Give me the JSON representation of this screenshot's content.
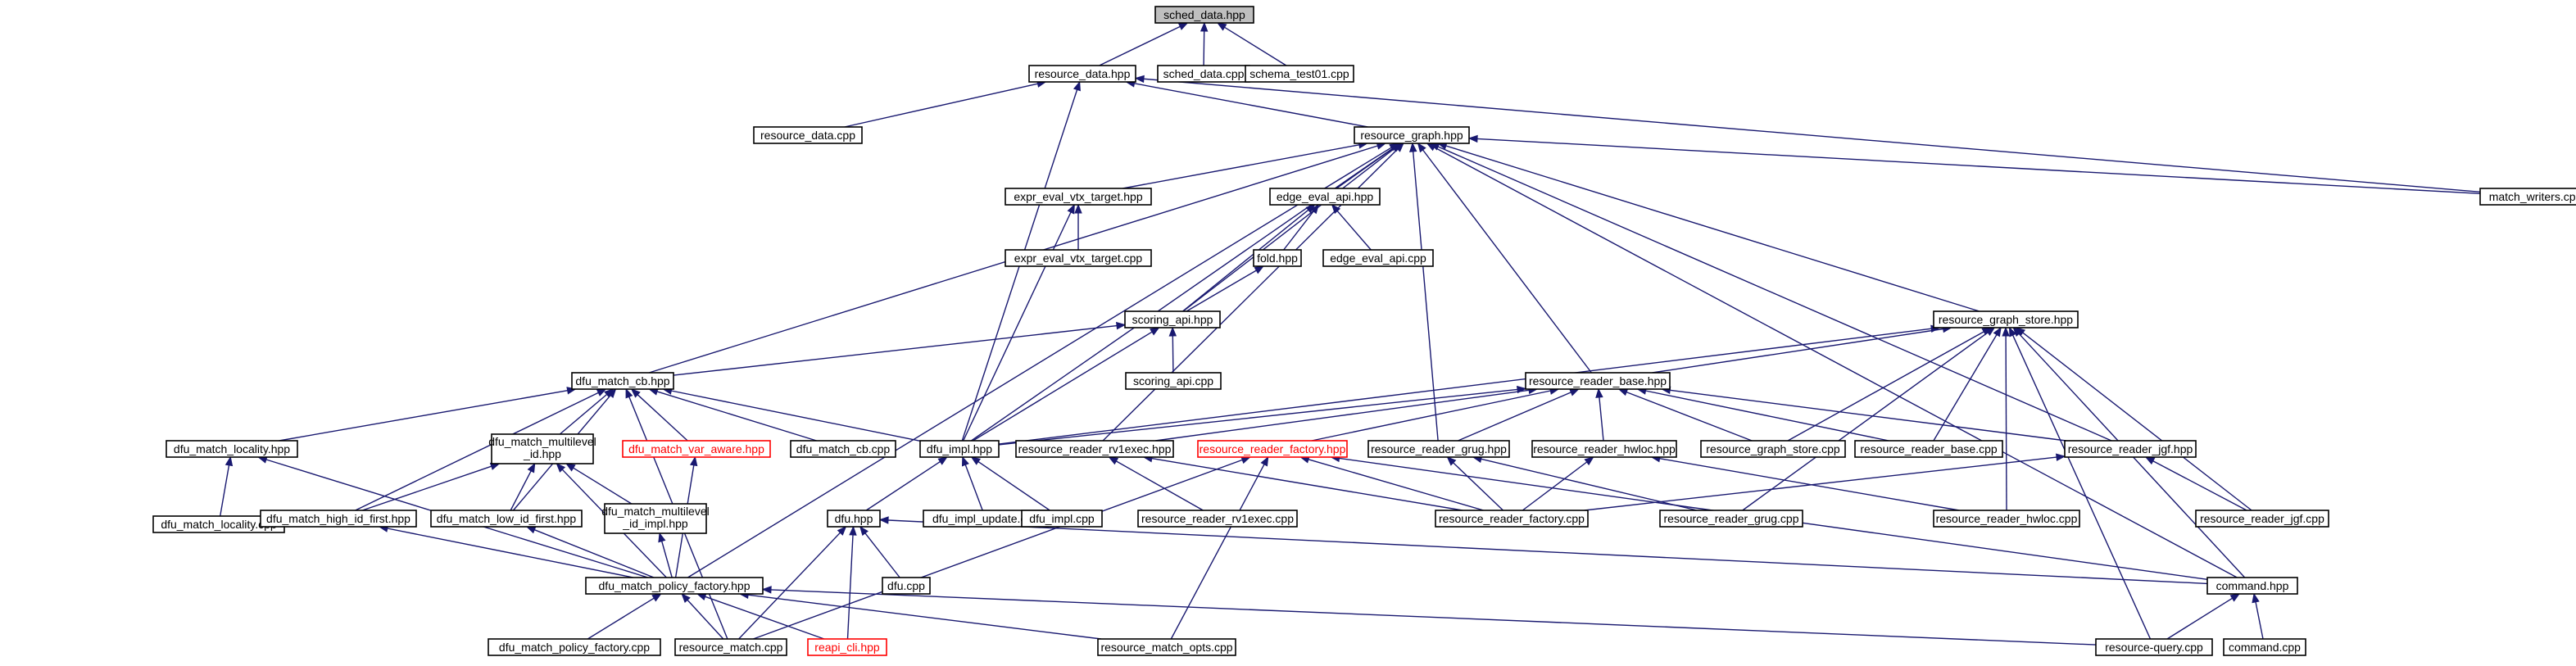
{
  "diagram": {
    "nodes": [
      {
        "id": "sched_data_hpp",
        "label": "sched_data.hpp",
        "root": true
      },
      {
        "id": "resource_data_hpp",
        "label": "resource_data.hpp"
      },
      {
        "id": "sched_data_cpp",
        "label": "sched_data.cpp"
      },
      {
        "id": "schema_test01_cpp",
        "label": "schema_test01.cpp"
      },
      {
        "id": "resource_data_cpp",
        "label": "resource_data.cpp"
      },
      {
        "id": "resource_graph_hpp",
        "label": "resource_graph.hpp"
      },
      {
        "id": "match_writers_cpp",
        "label": "match_writers.cpp"
      },
      {
        "id": "expr_eval_vtx_target_hpp",
        "label": "expr_eval_vtx_target.hpp"
      },
      {
        "id": "edge_eval_api_hpp",
        "label": "edge_eval_api.hpp"
      },
      {
        "id": "expr_eval_vtx_target_cpp",
        "label": "expr_eval_vtx_target.cpp"
      },
      {
        "id": "fold_hpp",
        "label": "fold.hpp"
      },
      {
        "id": "edge_eval_api_cpp",
        "label": "edge_eval_api.cpp"
      },
      {
        "id": "scoring_api_hpp",
        "label": "scoring_api.hpp"
      },
      {
        "id": "resource_graph_store_hpp",
        "label": "resource_graph_store.hpp"
      },
      {
        "id": "scoring_api_cpp",
        "label": "scoring_api.cpp"
      },
      {
        "id": "dfu_match_cb_hpp",
        "label": "dfu_match_cb.hpp"
      },
      {
        "id": "resource_reader_base_hpp",
        "label": "resource_reader_base.hpp"
      },
      {
        "id": "dfu_match_locality_hpp",
        "label": "dfu_match_locality.hpp"
      },
      {
        "id": "dfu_match_multilevel_id_hpp",
        "label": "dfu_match_multilevel\n_id.hpp"
      },
      {
        "id": "dfu_match_var_aware_hpp",
        "label": "dfu_match_var_aware.hpp",
        "red": true
      },
      {
        "id": "dfu_match_cb_cpp",
        "label": "dfu_match_cb.cpp"
      },
      {
        "id": "dfu_impl_hpp",
        "label": "dfu_impl.hpp"
      },
      {
        "id": "resource_reader_rv1exec_hpp",
        "label": "resource_reader_rv1exec.hpp"
      },
      {
        "id": "resource_reader_factory_hpp",
        "label": "resource_reader_factory.hpp",
        "red": true
      },
      {
        "id": "resource_reader_grug_hpp",
        "label": "resource_reader_grug.hpp"
      },
      {
        "id": "resource_reader_hwloc_hpp",
        "label": "resource_reader_hwloc.hpp"
      },
      {
        "id": "resource_graph_store_cpp",
        "label": "resource_graph_store.cpp"
      },
      {
        "id": "resource_reader_base_cpp",
        "label": "resource_reader_base.cpp"
      },
      {
        "id": "resource_reader_jgf_hpp",
        "label": "resource_reader_jgf.hpp"
      },
      {
        "id": "dfu_match_locality_cpp",
        "label": "dfu_match_locality.cpp"
      },
      {
        "id": "dfu_match_high_id_first_hpp",
        "label": "dfu_match_high_id_first.hpp"
      },
      {
        "id": "dfu_match_low_id_first_hpp",
        "label": "dfu_match_low_id_first.hpp"
      },
      {
        "id": "dfu_match_multilevel_id_impl_hpp",
        "label": "dfu_match_multilevel\n_id_impl.hpp"
      },
      {
        "id": "dfu_hpp",
        "label": "dfu.hpp"
      },
      {
        "id": "dfu_impl_update_cpp",
        "label": "dfu_impl_update.cpp"
      },
      {
        "id": "dfu_impl_cpp",
        "label": "dfu_impl.cpp"
      },
      {
        "id": "resource_reader_rv1exec_cpp",
        "label": "resource_reader_rv1exec.cpp"
      },
      {
        "id": "resource_reader_factory_cpp",
        "label": "resource_reader_factory.cpp"
      },
      {
        "id": "resource_reader_grug_cpp",
        "label": "resource_reader_grug.cpp"
      },
      {
        "id": "resource_reader_hwloc_cpp",
        "label": "resource_reader_hwloc.cpp"
      },
      {
        "id": "resource_reader_jgf_cpp",
        "label": "resource_reader_jgf.cpp"
      },
      {
        "id": "dfu_cpp",
        "label": "dfu.cpp"
      },
      {
        "id": "dfu_match_policy_factory_hpp",
        "label": "dfu_match_policy_factory.hpp"
      },
      {
        "id": "command_hpp",
        "label": "command.hpp"
      },
      {
        "id": "dfu_match_policy_factory_cpp",
        "label": "dfu_match_policy_factory.cpp"
      },
      {
        "id": "resource_match_cpp",
        "label": "resource_match.cpp"
      },
      {
        "id": "reapi_cli_hpp",
        "label": "reapi_cli.hpp",
        "red": true
      },
      {
        "id": "resource_match_opts_cpp",
        "label": "resource_match_opts.cpp"
      },
      {
        "id": "resource_query_cpp",
        "label": "resource-query.cpp"
      },
      {
        "id": "command_cpp",
        "label": "command.cpp"
      }
    ],
    "edges": [
      [
        "resource_data_hpp",
        "sched_data_hpp"
      ],
      [
        "sched_data_cpp",
        "sched_data_hpp"
      ],
      [
        "schema_test01_cpp",
        "sched_data_hpp"
      ],
      [
        "resource_data_cpp",
        "resource_data_hpp"
      ],
      [
        "resource_graph_hpp",
        "resource_data_hpp"
      ],
      [
        "match_writers_cpp",
        "resource_data_hpp"
      ],
      [
        "dfu_impl_hpp",
        "resource_data_hpp"
      ],
      [
        "match_writers_cpp",
        "resource_graph_hpp"
      ],
      [
        "expr_eval_vtx_target_hpp",
        "resource_graph_hpp"
      ],
      [
        "edge_eval_api_hpp",
        "resource_graph_hpp"
      ],
      [
        "scoring_api_hpp",
        "resource_graph_hpp"
      ],
      [
        "resource_graph_store_hpp",
        "resource_graph_hpp"
      ],
      [
        "dfu_match_cb_hpp",
        "resource_graph_hpp"
      ],
      [
        "resource_reader_base_hpp",
        "resource_graph_hpp"
      ],
      [
        "dfu_impl_hpp",
        "resource_graph_hpp"
      ],
      [
        "resource_reader_rv1exec_hpp",
        "resource_graph_hpp"
      ],
      [
        "resource_reader_grug_hpp",
        "resource_graph_hpp"
      ],
      [
        "resource_reader_jgf_hpp",
        "resource_graph_hpp"
      ],
      [
        "command_hpp",
        "resource_graph_hpp"
      ],
      [
        "dfu_match_policy_factory_hpp",
        "resource_graph_hpp"
      ],
      [
        "expr_eval_vtx_target_cpp",
        "expr_eval_vtx_target_hpp"
      ],
      [
        "dfu_impl_hpp",
        "expr_eval_vtx_target_hpp"
      ],
      [
        "fold_hpp",
        "edge_eval_api_hpp"
      ],
      [
        "edge_eval_api_cpp",
        "edge_eval_api_hpp"
      ],
      [
        "scoring_api_hpp",
        "edge_eval_api_hpp"
      ],
      [
        "scoring_api_hpp",
        "fold_hpp"
      ],
      [
        "scoring_api_cpp",
        "scoring_api_hpp"
      ],
      [
        "dfu_match_cb_hpp",
        "scoring_api_hpp"
      ],
      [
        "dfu_impl_hpp",
        "scoring_api_hpp"
      ],
      [
        "resource_reader_base_hpp",
        "resource_graph_store_hpp"
      ],
      [
        "resource_graph_store_cpp",
        "resource_graph_store_hpp"
      ],
      [
        "resource_reader_base_cpp",
        "resource_graph_store_hpp"
      ],
      [
        "dfu_impl_hpp",
        "resource_graph_store_hpp"
      ],
      [
        "resource_reader_grug_cpp",
        "resource_graph_store_hpp"
      ],
      [
        "resource_reader_hwloc_cpp",
        "resource_graph_store_hpp"
      ],
      [
        "resource_reader_jgf_cpp",
        "resource_graph_store_hpp"
      ],
      [
        "resource_query_cpp",
        "resource_graph_store_hpp"
      ],
      [
        "command_hpp",
        "resource_graph_store_hpp"
      ],
      [
        "dfu_match_locality_hpp",
        "dfu_match_cb_hpp"
      ],
      [
        "dfu_match_multilevel_id_hpp",
        "dfu_match_cb_hpp"
      ],
      [
        "dfu_match_var_aware_hpp",
        "dfu_match_cb_hpp"
      ],
      [
        "dfu_match_cb_cpp",
        "dfu_match_cb_hpp"
      ],
      [
        "dfu_impl_hpp",
        "dfu_match_cb_hpp"
      ],
      [
        "dfu_match_high_id_first_hpp",
        "dfu_match_cb_hpp"
      ],
      [
        "dfu_match_low_id_first_hpp",
        "dfu_match_cb_hpp"
      ],
      [
        "resource_match_cpp",
        "dfu_match_cb_hpp"
      ],
      [
        "dfu_impl_hpp",
        "resource_reader_base_hpp"
      ],
      [
        "resource_reader_rv1exec_hpp",
        "resource_reader_base_hpp"
      ],
      [
        "resource_reader_factory_hpp",
        "resource_reader_base_hpp"
      ],
      [
        "resource_reader_grug_hpp",
        "resource_reader_base_hpp"
      ],
      [
        "resource_reader_hwloc_hpp",
        "resource_reader_base_hpp"
      ],
      [
        "resource_graph_store_cpp",
        "resource_reader_base_hpp"
      ],
      [
        "resource_reader_base_cpp",
        "resource_reader_base_hpp"
      ],
      [
        "resource_reader_jgf_hpp",
        "resource_reader_base_hpp"
      ],
      [
        "dfu_match_locality_cpp",
        "dfu_match_locality_hpp"
      ],
      [
        "dfu_match_policy_factory_hpp",
        "dfu_match_locality_hpp"
      ],
      [
        "dfu_match_high_id_first_hpp",
        "dfu_match_multilevel_id_hpp"
      ],
      [
        "dfu_match_low_id_first_hpp",
        "dfu_match_multilevel_id_hpp"
      ],
      [
        "dfu_match_multilevel_id_impl_hpp",
        "dfu_match_multilevel_id_hpp"
      ],
      [
        "dfu_match_policy_factory_hpp",
        "dfu_match_multilevel_id_hpp"
      ],
      [
        "dfu_match_policy_factory_hpp",
        "dfu_match_var_aware_hpp"
      ],
      [
        "dfu_hpp",
        "dfu_impl_hpp"
      ],
      [
        "dfu_impl_update_cpp",
        "dfu_impl_hpp"
      ],
      [
        "dfu_impl_cpp",
        "dfu_impl_hpp"
      ],
      [
        "resource_reader_rv1exec_cpp",
        "resource_reader_rv1exec_hpp"
      ],
      [
        "resource_reader_factory_cpp",
        "resource_reader_rv1exec_hpp"
      ],
      [
        "resource_reader_factory_cpp",
        "resource_reader_factory_hpp"
      ],
      [
        "resource_match_cpp",
        "resource_reader_factory_hpp"
      ],
      [
        "resource_match_opts_cpp",
        "resource_reader_factory_hpp"
      ],
      [
        "command_hpp",
        "resource_reader_factory_hpp"
      ],
      [
        "resource_reader_factory_cpp",
        "resource_reader_grug_hpp"
      ],
      [
        "resource_reader_grug_cpp",
        "resource_reader_grug_hpp"
      ],
      [
        "resource_reader_factory_cpp",
        "resource_reader_hwloc_hpp"
      ],
      [
        "resource_reader_hwloc_cpp",
        "resource_reader_hwloc_hpp"
      ],
      [
        "resource_reader_factory_cpp",
        "resource_reader_jgf_hpp"
      ],
      [
        "resource_reader_jgf_cpp",
        "resource_reader_jgf_hpp"
      ],
      [
        "dfu_match_policy_factory_hpp",
        "dfu_match_high_id_first_hpp"
      ],
      [
        "dfu_match_policy_factory_hpp",
        "dfu_match_low_id_first_hpp"
      ],
      [
        "dfu_match_policy_factory_hpp",
        "dfu_match_multilevel_id_impl_hpp"
      ],
      [
        "dfu_cpp",
        "dfu_hpp"
      ],
      [
        "resource_match_cpp",
        "dfu_hpp"
      ],
      [
        "reapi_cli_hpp",
        "dfu_hpp"
      ],
      [
        "command_hpp",
        "dfu_hpp"
      ],
      [
        "dfu_match_policy_factory_cpp",
        "dfu_match_policy_factory_hpp"
      ],
      [
        "resource_match_cpp",
        "dfu_match_policy_factory_hpp"
      ],
      [
        "reapi_cli_hpp",
        "dfu_match_policy_factory_hpp"
      ],
      [
        "resource_match_opts_cpp",
        "dfu_match_policy_factory_hpp"
      ],
      [
        "resource_query_cpp",
        "dfu_match_policy_factory_hpp"
      ],
      [
        "resource_query_cpp",
        "command_hpp"
      ],
      [
        "command_cpp",
        "command_hpp"
      ]
    ]
  }
}
